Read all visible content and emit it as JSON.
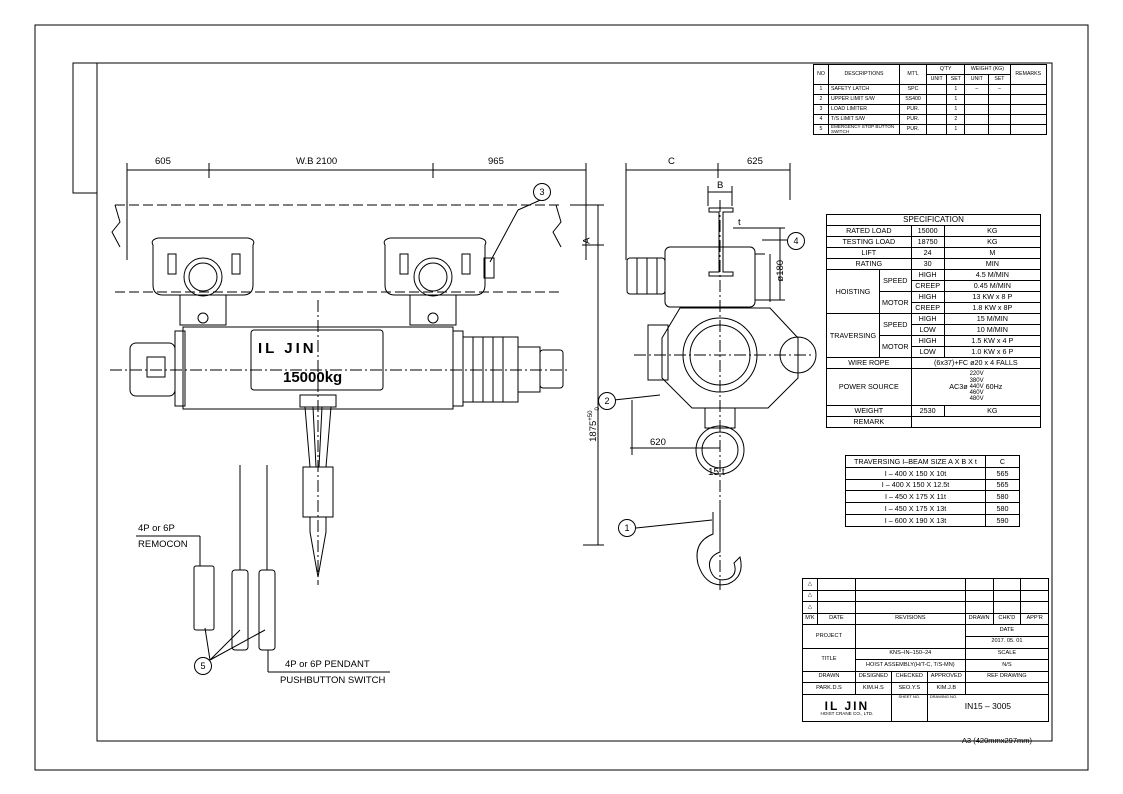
{
  "parts_table": {
    "headers": {
      "no": "NO",
      "descriptions": "DESCRIPTIONS",
      "material": "MT'L",
      "qty": "Q'TY",
      "weight": "WEIGHT (KG)",
      "unit": "UNIT",
      "set": "SET",
      "remarks": "REMARKS"
    },
    "rows": [
      {
        "no": "1",
        "desc": "SAFETY LATCH",
        "mtl": "SPC",
        "unit": "",
        "set": "1",
        "w_unit": "–",
        "w_set": "–"
      },
      {
        "no": "2",
        "desc": "UPPER LIMIT S/W",
        "mtl": "SS400",
        "unit": "",
        "set": "1",
        "w_unit": "",
        "w_set": ""
      },
      {
        "no": "3",
        "desc": "LOAD LIMITER",
        "mtl": "PUR.",
        "unit": "",
        "set": "1",
        "w_unit": "",
        "w_set": ""
      },
      {
        "no": "4",
        "desc": "T/S LIMIT S/W",
        "mtl": "PUR.",
        "unit": "",
        "set": "2",
        "w_unit": "",
        "w_set": ""
      },
      {
        "no": "5",
        "desc": "EMERGENCY STOP BUTTON SWITCH",
        "mtl": "PUR.",
        "unit": "",
        "set": "1",
        "w_unit": "",
        "w_set": ""
      }
    ]
  },
  "specification": {
    "title": "SPECIFICATION",
    "rated_load": {
      "label": "RATED LOAD",
      "value": "15000",
      "unit": "KG"
    },
    "testing_load": {
      "label": "TESTING LOAD",
      "value": "18750",
      "unit": "KG"
    },
    "lift": {
      "label": "LIFT",
      "value": "24",
      "unit": "M"
    },
    "rating": {
      "label": "RATING",
      "value": "30",
      "unit": "MIN"
    },
    "hoisting": {
      "label": "HOISTING",
      "speed_label": "SPEED",
      "motor_label": "MOTOR",
      "speed_high": {
        "mode": "HIGH",
        "value": "4.5 M/MIN"
      },
      "speed_creep": {
        "mode": "CREEP",
        "value": "0.45 M/MIN"
      },
      "motor_high": {
        "mode": "HIGH",
        "value": "13 KW x 8 P"
      },
      "motor_creep": {
        "mode": "CREEP",
        "value": "1.8 KW x 8P"
      }
    },
    "traversing": {
      "label": "TRAVERSING",
      "speed_label": "SPEED",
      "motor_label": "MOTOR",
      "speed_high": {
        "mode": "HIGH",
        "value": "15 M/MIN"
      },
      "speed_low": {
        "mode": "LOW",
        "value": "10 M/MIN"
      },
      "motor_high": {
        "mode": "HIGH",
        "value": "1.5 KW x 4 P"
      },
      "motor_low": {
        "mode": "LOW",
        "value": "1.0 KW x 6 P"
      }
    },
    "wire_rope": {
      "label": "WIRE ROPE",
      "value": "(6x37)+FC ø20 x 4 FALLS"
    },
    "power_source": {
      "label": "POWER SOURCE",
      "prefix": "AC3ø",
      "voltages": [
        "220V",
        "380V",
        "440V",
        "460V",
        "480V"
      ],
      "freq": "60Hz"
    },
    "weight": {
      "label": "WEIGHT",
      "value": "2530",
      "unit": "KG"
    },
    "remark": {
      "label": "REMARK",
      "value": ""
    }
  },
  "ibeam_table": {
    "header": "TRAVERSING I–BEAM SIZE A X B X t",
    "header_c": "C",
    "rows": [
      {
        "size": "I – 400 X 150 X 10t",
        "c": "565"
      },
      {
        "size": "I – 400 X 150 X 12.5t",
        "c": "565"
      },
      {
        "size": "I – 450 X 175 X 11t",
        "c": "580"
      },
      {
        "size": "I – 450 X 175 X 13t",
        "c": "580"
      },
      {
        "size": "I – 600 X 190 X 13t",
        "c": "590"
      }
    ]
  },
  "title_block": {
    "rev_mark": "M'K",
    "date_label": "DATE",
    "revisions": "REVISIONS",
    "drawn_h": "DRAWN",
    "checked_h": "CHK'D",
    "approved_h": "APP'R",
    "project_label": "PROJECT",
    "date_h": "DATE",
    "date_value": "2017. 05. 01",
    "title_label": "TITLE",
    "title_line1": "KNS–IN–150–24",
    "title_line2": "HOIST ASSEMBLY(H/T-C, T/S-MN)",
    "scale_label": "SCALE",
    "scale_value": "N/S",
    "drawn_label": "DRAWN",
    "designed_label": "DESIGNED",
    "checked_label": "CHECKED",
    "approved_label": "APPROVED",
    "ref_drawing": "REF DRAWING",
    "drawn_by": "PARK.D.S",
    "designed_by": "KIM.H.S",
    "checked_by": "SEO.Y.S",
    "approved_by": "KIM.J.B",
    "company": "IL JIN",
    "company_sub": "HOIST CRANE CO., LTD.",
    "sheet_no_label": "SHEET NO.",
    "drawing_no_label": "DRAWING NO.",
    "drawing_no": "IN15 – 3005"
  },
  "drawing": {
    "paper_size": "A3 (420mmx297mm)",
    "brand_on_hoist": "IL JIN",
    "capacity_on_hoist": "15000kg",
    "hook_capacity": "15 t",
    "dims": {
      "left_overhang": "605",
      "wheelbase": "W.B 2100",
      "right_overhang": "965",
      "c": "C",
      "side_625": "625",
      "b": "B",
      "t": "t",
      "a": "A",
      "dia_180": "ø180",
      "height": "1875",
      "height_tol": "+50",
      "height_tol2": "0",
      "hook_620": "620"
    },
    "remocon_label_1": "4P or 6P",
    "remocon_label_2": "REMOCON",
    "pendant_label_1": "4P or 6P PENDANT",
    "pendant_label_2": "PUSHBUTTON SWITCH",
    "balloons": [
      "1",
      "2",
      "3",
      "4",
      "5"
    ]
  }
}
